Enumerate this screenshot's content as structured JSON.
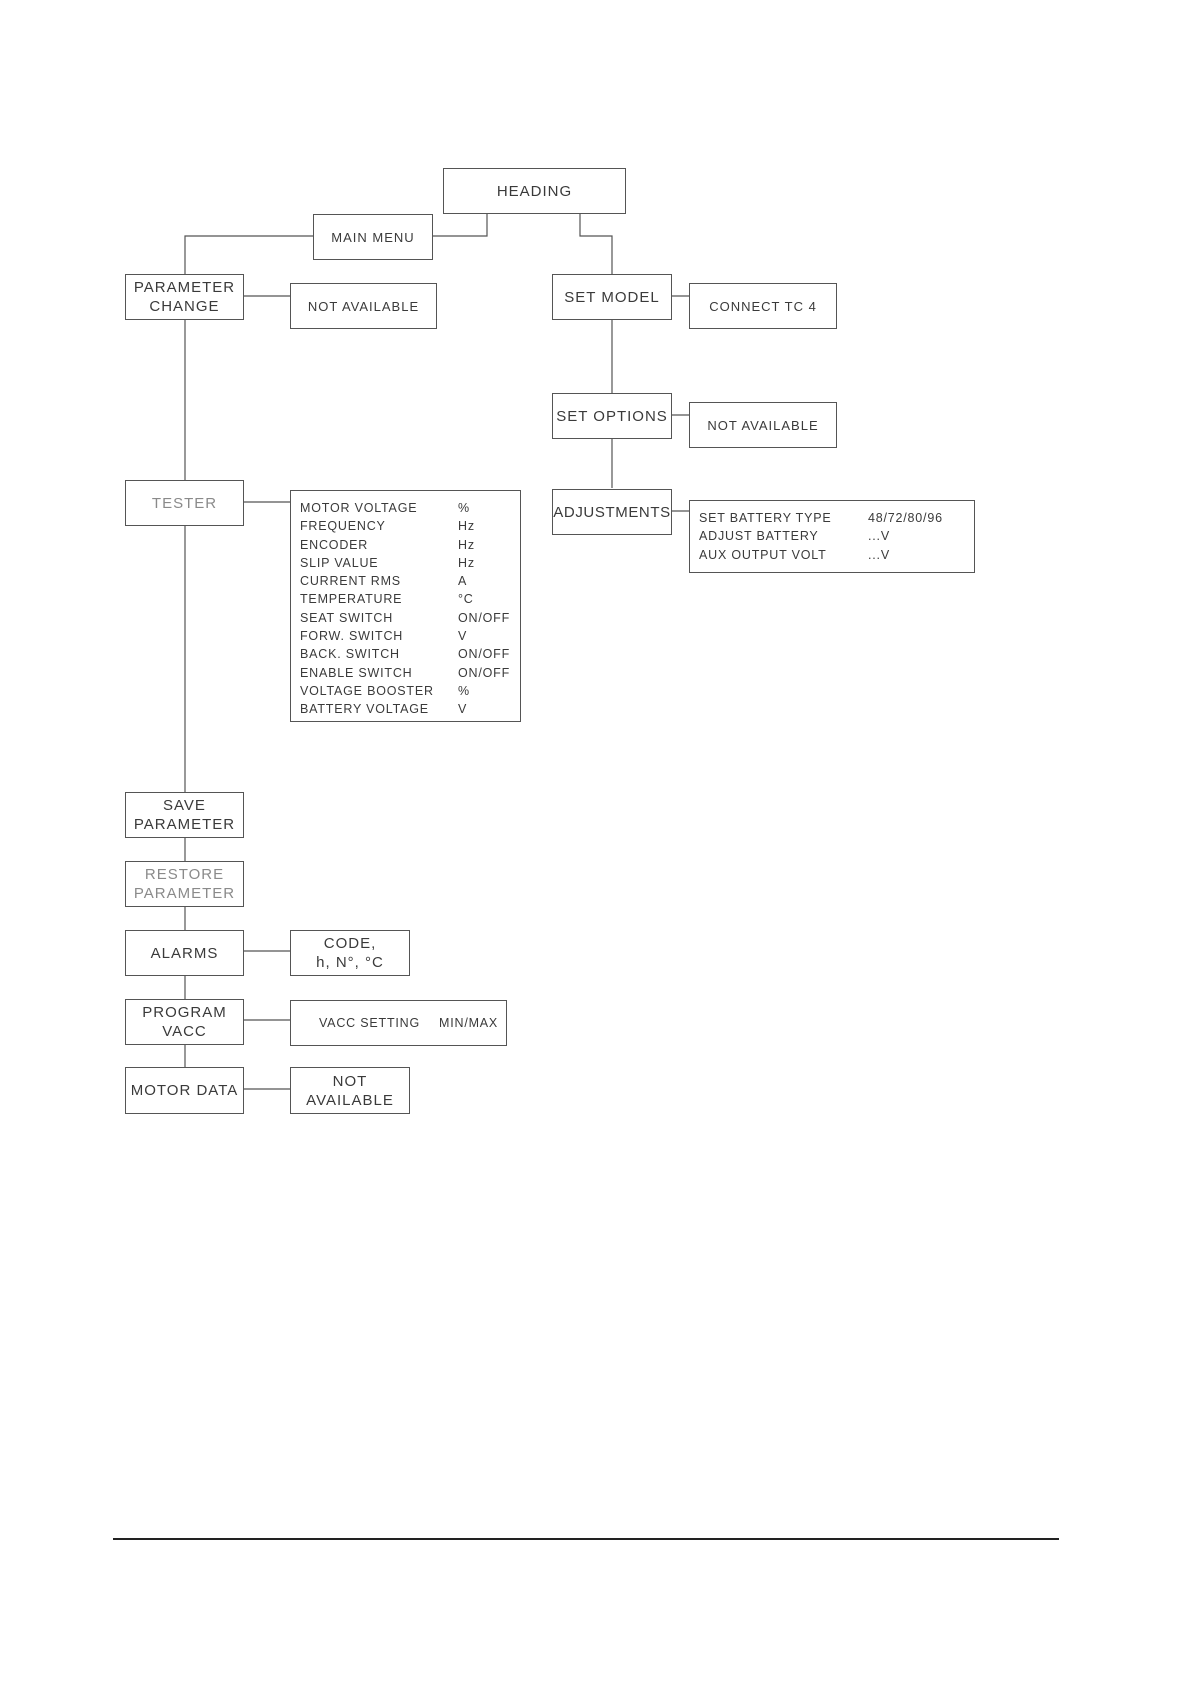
{
  "heading": "HEADING",
  "main_menu": "MAIN  MENU",
  "parameter_change": [
    "PARAMETER",
    "CHANGE"
  ],
  "parameter_change_detail": "NOT  AVAILABLE",
  "set_model": "SET  MODEL",
  "set_model_detail": "CONNECT  TC  4",
  "set_options": "SET  OPTIONS",
  "set_options_detail": "NOT  AVAILABLE",
  "adjustments": "ADJUSTMENTS",
  "adjustments_detail": [
    {
      "label": "SET  BATTERY  TYPE",
      "value": "48/72/80/96"
    },
    {
      "label": "ADJUST  BATTERY",
      "value": "...V"
    },
    {
      "label": "AUX  OUTPUT  VOLT",
      "value": "...V"
    }
  ],
  "tester": "TESTER",
  "tester_detail": [
    {
      "label": "MOTOR  VOLTAGE",
      "value": "%"
    },
    {
      "label": "FREQUENCY",
      "value": "Hz"
    },
    {
      "label": "ENCODER",
      "value": "Hz"
    },
    {
      "label": "SLIP  VALUE",
      "value": "Hz"
    },
    {
      "label": "CURRENT  RMS",
      "value": "A"
    },
    {
      "label": "TEMPERATURE",
      "value": "°C"
    },
    {
      "label": "SEAT  SWITCH",
      "value": "ON/OFF"
    },
    {
      "label": "FORW.  SWITCH",
      "value": "V"
    },
    {
      "label": "BACK.  SWITCH",
      "value": "ON/OFF"
    },
    {
      "label": "ENABLE  SWITCH",
      "value": "ON/OFF"
    },
    {
      "label": "VOLTAGE  BOOSTER",
      "value": "%"
    },
    {
      "label": "BATTERY  VOLTAGE",
      "value": "V"
    }
  ],
  "save_parameter": [
    "SAVE",
    "PARAMETER"
  ],
  "restore_parameter": [
    "RESTORE",
    "PARAMETER"
  ],
  "alarms": "ALARMS",
  "alarms_detail": [
    "CODE,",
    "h,  N°,  °C"
  ],
  "program_vacc": [
    "PROGRAM",
    "VACC"
  ],
  "program_vacc_detail": {
    "label": "VACC  SETTING",
    "value": "MIN/MAX"
  },
  "motor_data": "MOTOR  DATA",
  "motor_data_detail": [
    "NOT",
    "AVAILABLE"
  ]
}
